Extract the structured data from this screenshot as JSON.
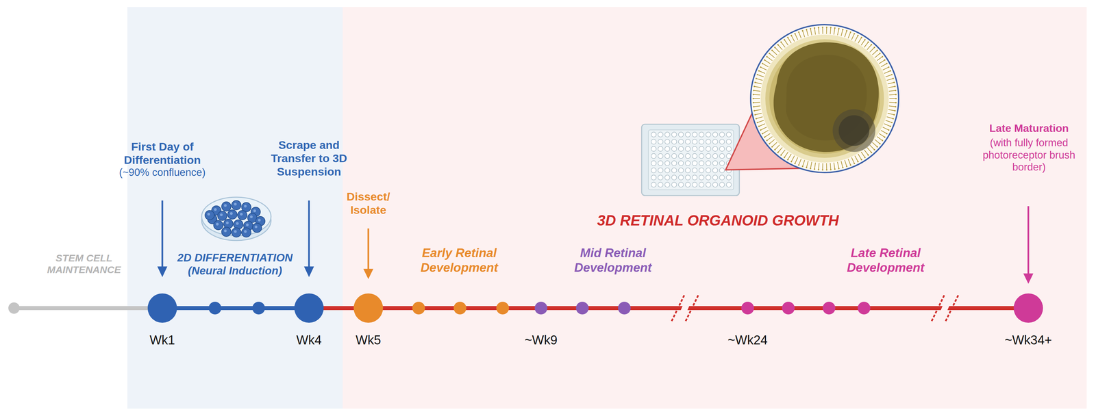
{
  "diagram": {
    "nodes": [
      {
        "text": [
          "Wk1"
        ]
      },
      {
        "text": [
          "Wk4"
        ]
      },
      {
        "text": [
          "Wk5"
        ]
      },
      {
        "text": [
          "~Wk9"
        ]
      },
      {
        "text": [
          "~Wk24"
        ]
      },
      {
        "text": [
          "~Wk34+"
        ]
      }
    ],
    "edges": [
      {
        "from": 0,
        "to": 1,
        "arrow": "none"
      },
      {
        "from": 1,
        "to": 2,
        "arrow": "none"
      },
      {
        "from": 2,
        "to": 3,
        "arrow": "none"
      },
      {
        "from": 3,
        "to": 4,
        "arrow": "none"
      },
      {
        "from": 4,
        "to": 5,
        "arrow": "none"
      }
    ],
    "labels": [
      "First Day of Differentiation",
      "(~90% confluence)",
      "Scrape and Transfer to 3D Suspension",
      "Dissect/ Isolate",
      "3D RETINAL ORGANOID GROWTH",
      "Late Maturation",
      "(with fully formed photoreceptor brush border)",
      "STEM CELL MAINTENANCE",
      "2D DIFFERENTIATION (Neural Induction)",
      "Early Retinal Development",
      "Mid Retinal Development",
      "Late Retinal Development"
    ]
  }
}
